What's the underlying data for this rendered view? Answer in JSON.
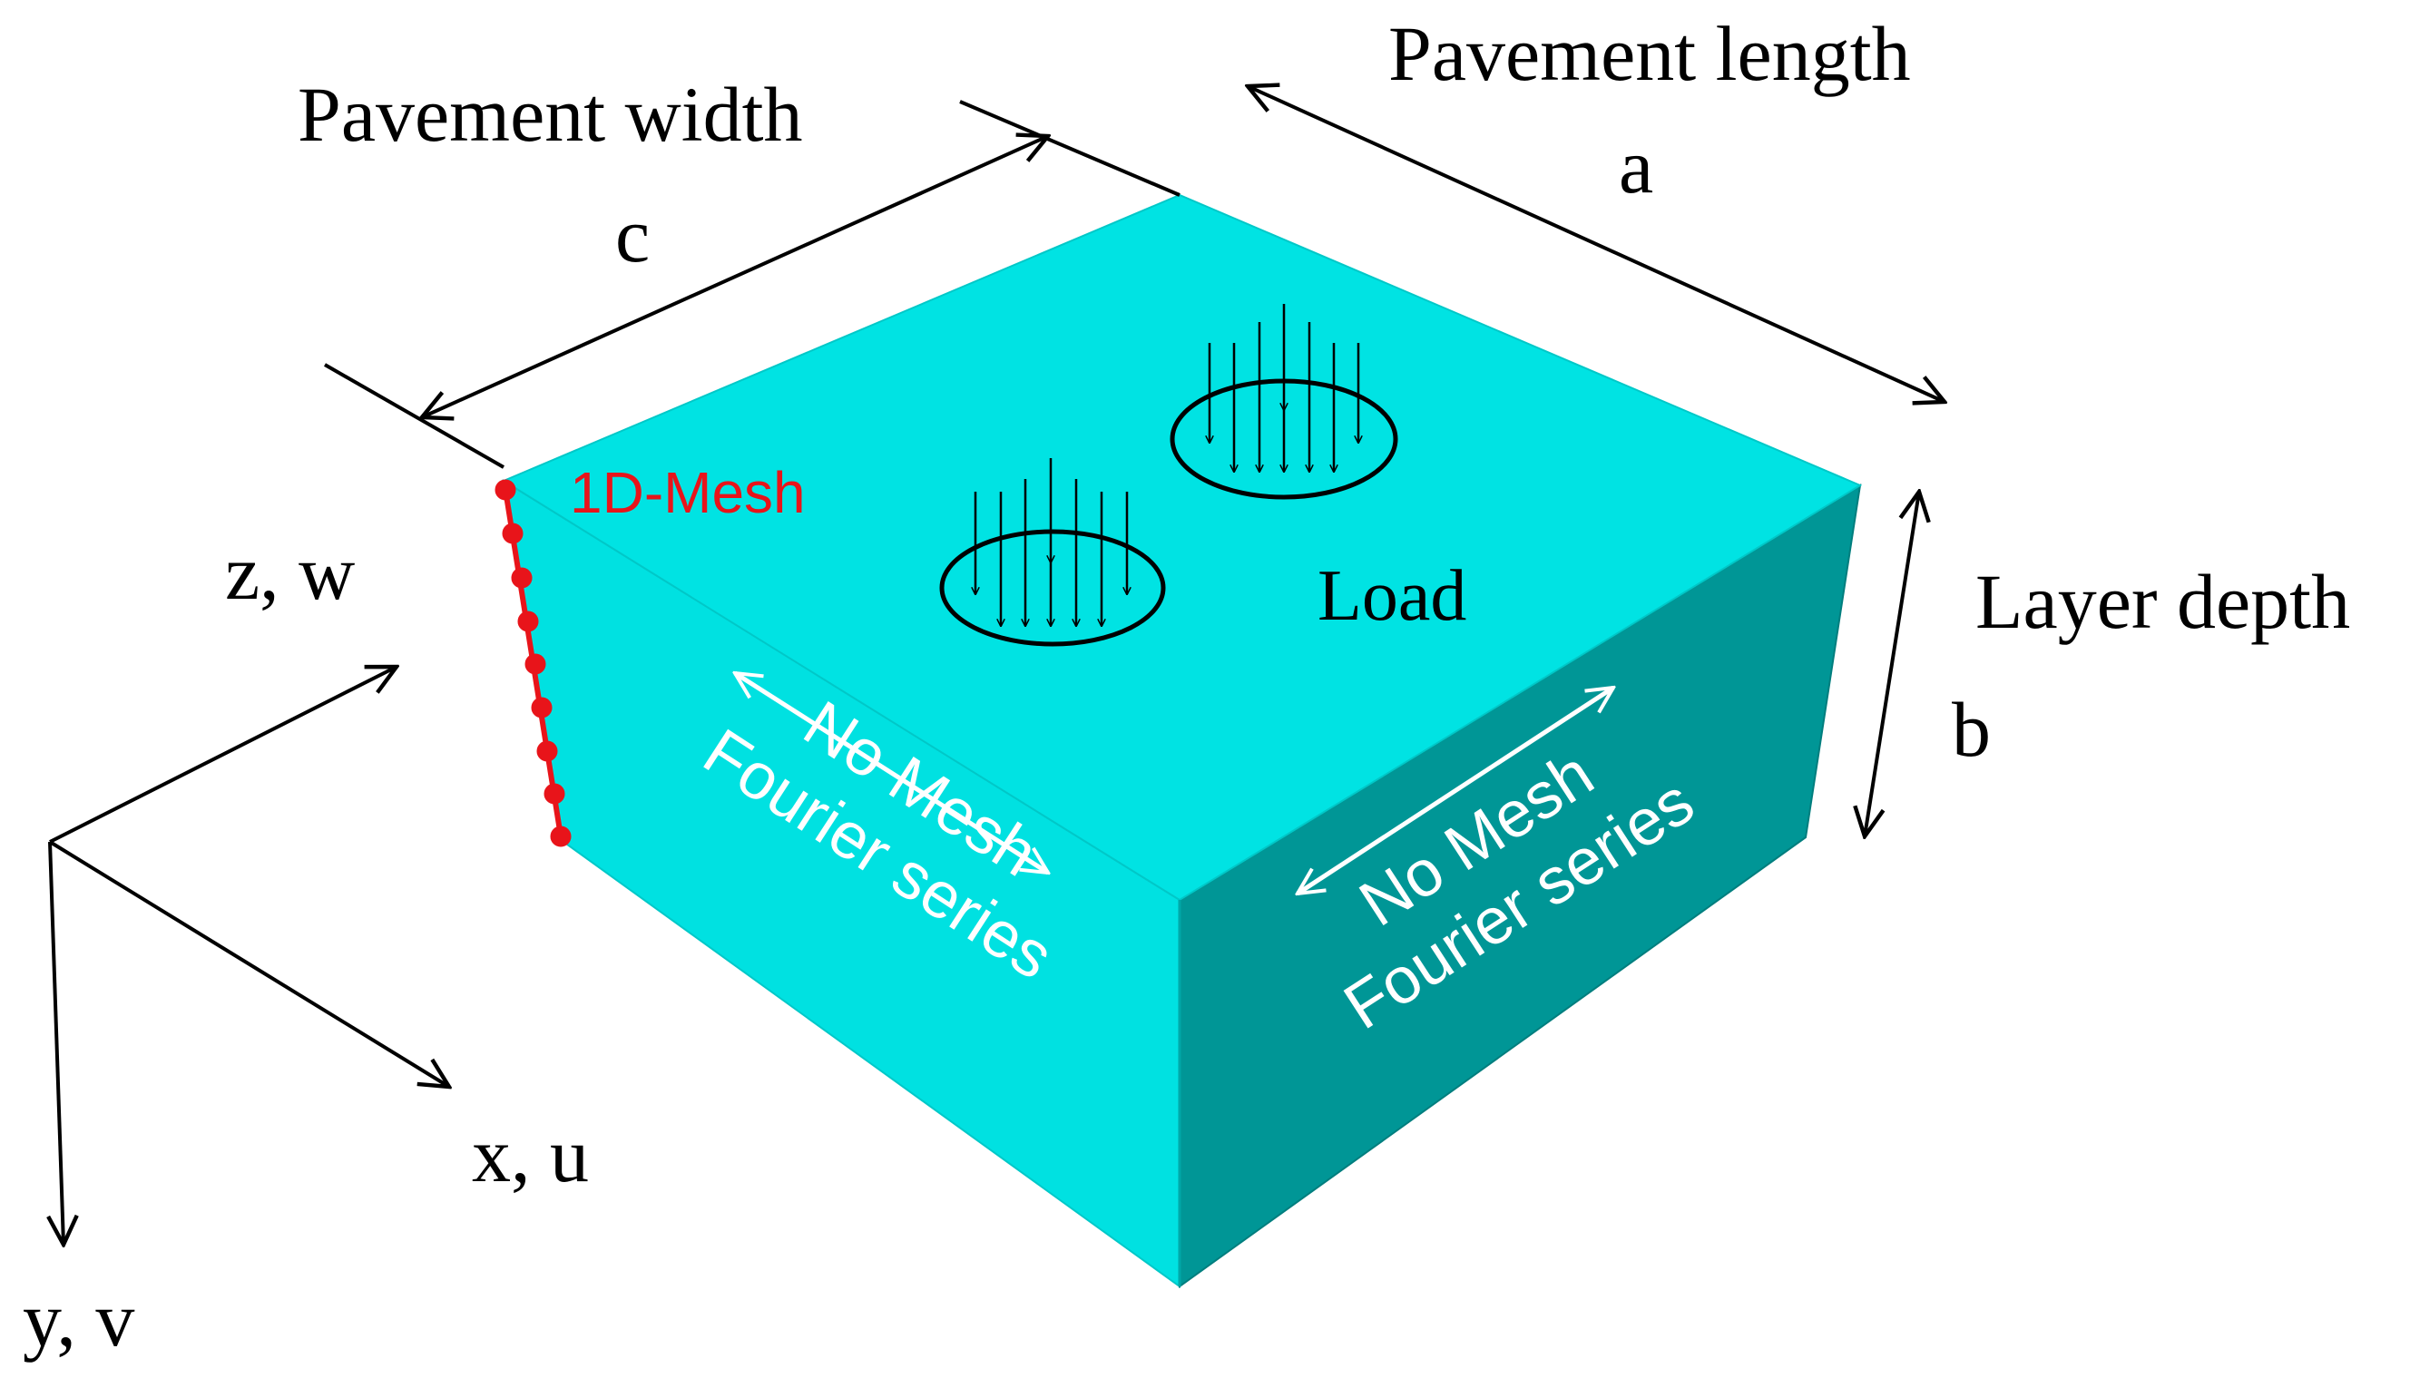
{
  "labels": {
    "pavement_width": "Pavement width",
    "width_symbol": "c",
    "pavement_length": "Pavement length",
    "length_symbol": "a",
    "layer_depth": "Layer depth",
    "depth_symbol": "b",
    "mesh": "1D-Mesh",
    "load": "Load",
    "top_face_note": [
      "No Mesh",
      "Fourier series"
    ],
    "side_face_note": [
      "No Mesh",
      "Fourier series"
    ],
    "axis_z": "z, w",
    "axis_x": "x, u",
    "axis_y": "y, v"
  },
  "colors": {
    "top_face": "#00E3E3",
    "front_face": "#00E1E1",
    "right_face": "#009696",
    "mesh": "#E8141A",
    "note_text": "#FFFFFF",
    "background": "#FFFFFF"
  }
}
